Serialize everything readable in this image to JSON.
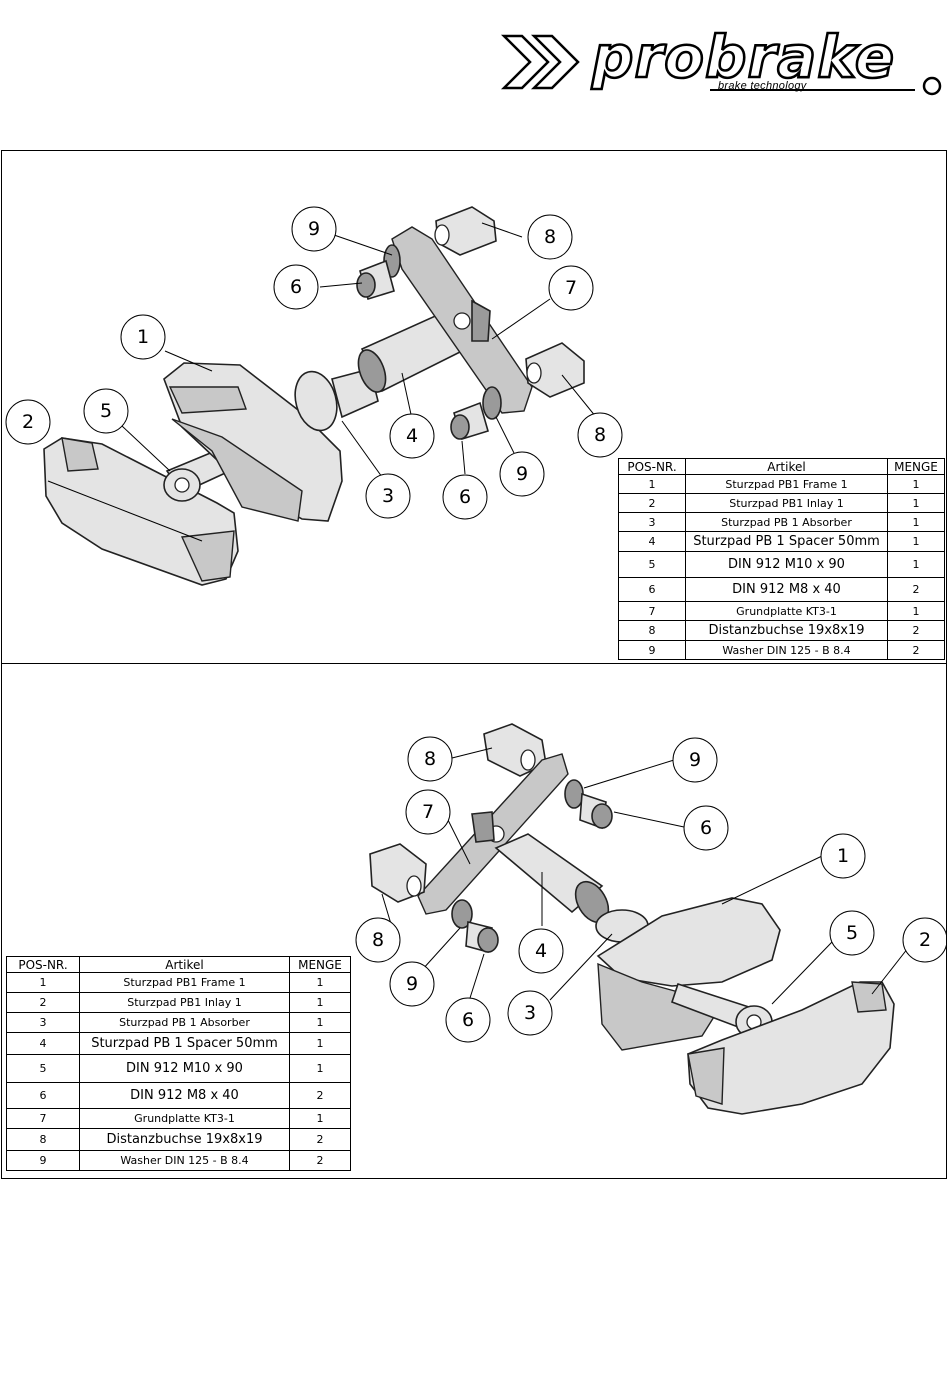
{
  "brand": {
    "name": "probrake",
    "tagline": "brake technology"
  },
  "bom": {
    "headers": [
      "POS-NR.",
      "Artikel",
      "MENGE"
    ],
    "rows": [
      {
        "pos": "1",
        "artikel": "Sturzpad PB1 Frame 1",
        "menge": "1"
      },
      {
        "pos": "2",
        "artikel": "Sturzpad PB1 Inlay 1",
        "menge": "1"
      },
      {
        "pos": "3",
        "artikel": "Sturzpad PB 1 Absorber",
        "menge": "1"
      },
      {
        "pos": "4",
        "artikel": "Sturzpad PB 1 Spacer 50mm",
        "menge": "1"
      },
      {
        "pos": "5",
        "artikel": "DIN 912 M10 x 90",
        "menge": "1"
      },
      {
        "pos": "6",
        "artikel": "DIN 912 M8 x 40",
        "menge": "2"
      },
      {
        "pos": "7",
        "artikel": "Grundplatte KT3-1",
        "menge": "1"
      },
      {
        "pos": "8",
        "artikel": "Distanzbuchse 19x8x19",
        "menge": "2"
      },
      {
        "pos": "9",
        "artikel": "Washer DIN 125 - B 8.4",
        "menge": "2"
      }
    ]
  },
  "callouts_top": [
    "9",
    "8",
    "6",
    "7",
    "1",
    "4",
    "8",
    "2",
    "5",
    "9",
    "3",
    "6"
  ],
  "callouts_bottom": [
    "8",
    "9",
    "7",
    "6",
    "1",
    "8",
    "4",
    "5",
    "2",
    "9",
    "6",
    "3"
  ]
}
